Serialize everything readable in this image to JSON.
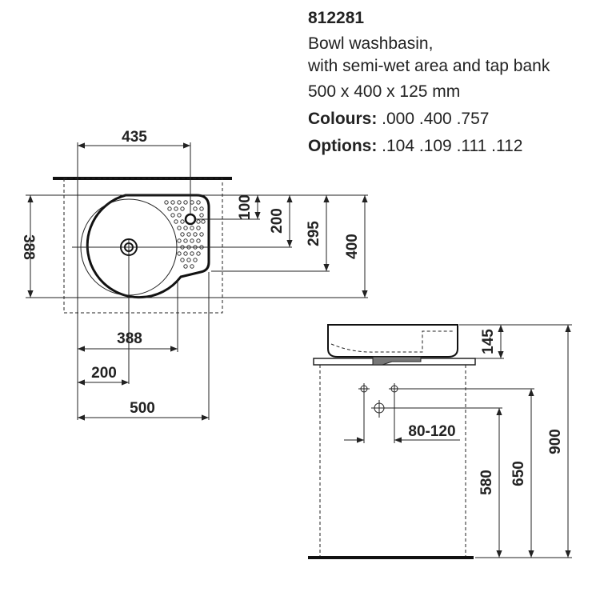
{
  "product": {
    "code": "812281",
    "name_line1": "Bowl washbasin,",
    "name_line2": "with semi-wet area and tap bank",
    "size": "500 x 400 x 125 mm",
    "colours_label": "Colours:",
    "colours_value": " .000 .400 .757",
    "options_label": "Options:",
    "options_value": " .104 .109 .111 .112"
  },
  "top_view": {
    "dim_width_top": "435",
    "dim_depth_left": "388",
    "dim_tap_100": "100",
    "dim_200_vertical": "200",
    "dim_295": "295",
    "dim_400": "400",
    "dim_bowl_388": "388",
    "dim_200_horizontal": "200",
    "dim_500": "500"
  },
  "side_view": {
    "dim_145": "145",
    "dim_80_120": "80-120",
    "dim_580": "580",
    "dim_650": "650",
    "dim_900": "900"
  }
}
